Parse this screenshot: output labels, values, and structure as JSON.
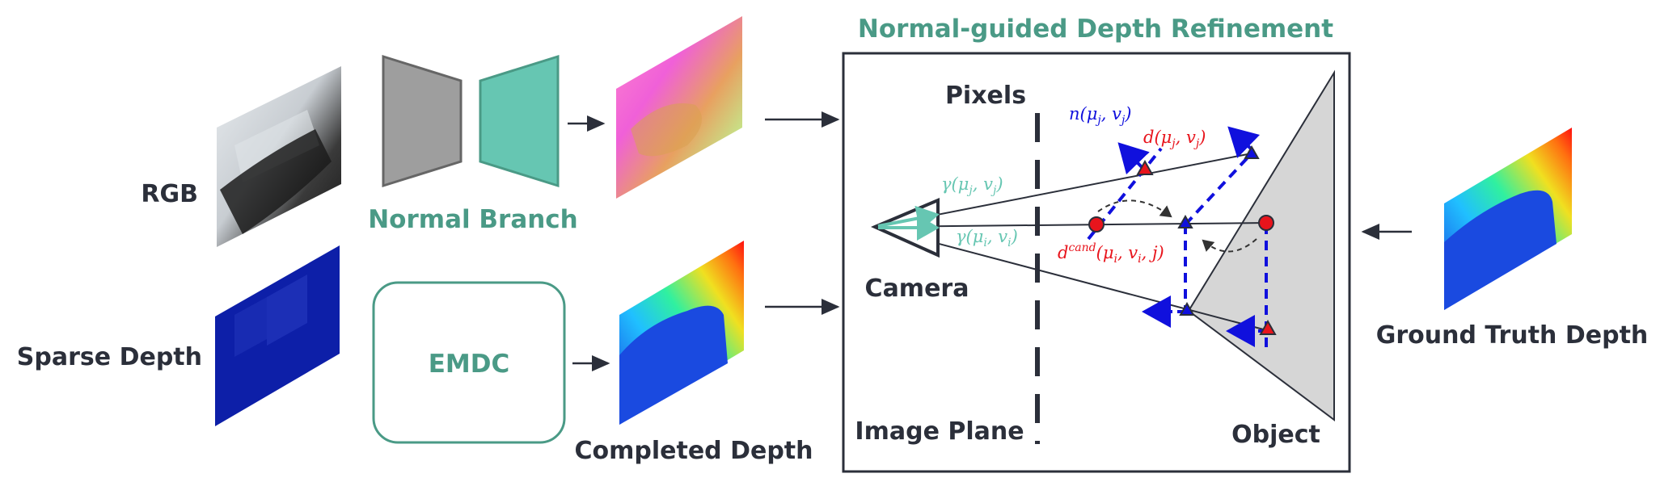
{
  "inputs": {
    "rgb_label": "RGB",
    "sparse_label": "Sparse Depth"
  },
  "branches": {
    "normal_branch_label": "Normal Branch",
    "emdc_label": "EMDC",
    "completed_depth_label": "Completed Depth"
  },
  "refinement": {
    "title": "Normal-guided Depth Refinement",
    "pixels_label": "Pixels",
    "camera_label": "Camera",
    "image_plane_label": "Image Plane",
    "object_label": "Object",
    "gamma_j": "γ(μj, vj)",
    "gamma_i": "γ(μi, vi)",
    "normal_j": "n(μj, vj)",
    "depth_j": "d(μj, vj)",
    "d_cand": "dcand(μi, vi, j)"
  },
  "ground_truth_label": "Ground Truth Depth",
  "colors": {
    "teal": "#4a9a86",
    "teal_fill": "#66c6b2",
    "gray_fill": "#9e9e9e",
    "dark": "#2b2f3a",
    "blue": "#1010dd",
    "red": "#e8141c",
    "object_fill": "#d6d6d6"
  }
}
